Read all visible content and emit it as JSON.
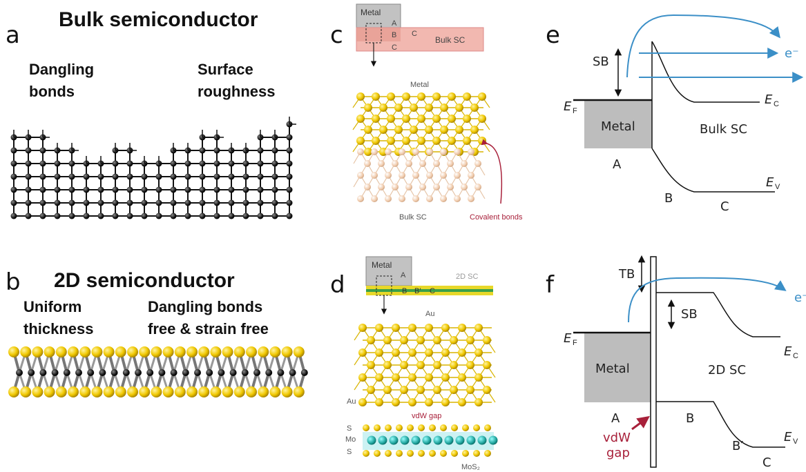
{
  "panels": {
    "a": {
      "letter": "a",
      "title": "Bulk semiconductor",
      "label_left": [
        "Dangling",
        "bonds"
      ],
      "label_right": [
        "Surface",
        "roughness"
      ]
    },
    "b": {
      "letter": "b",
      "title": "2D semiconductor",
      "label_left": [
        "Uniform",
        "thickness"
      ],
      "label_right": [
        "Dangling bonds",
        "free & strain free"
      ]
    },
    "c": {
      "letter": "c",
      "metal": "Metal",
      "A": "A",
      "B": "B",
      "C": "C",
      "C2": "C",
      "bulk_sc": "Bulk SC",
      "metal_lattice": "Metal",
      "bulk_sc_lattice": "Bulk SC",
      "covalent": "Covalent bonds"
    },
    "d": {
      "letter": "d",
      "metal": "Metal",
      "sc": "2D SC",
      "A": "A",
      "B": "B",
      "Bp": "B′",
      "C": "C",
      "au_top": "Au",
      "au_side": "Au",
      "vdw": "vdW gap",
      "S1": "S",
      "Mo": "Mo",
      "S2": "S",
      "mos2": "MoS₂"
    },
    "e": {
      "letter": "e",
      "sb": "SB",
      "ef": "E",
      "ef_sub": "F",
      "metal": "Metal",
      "bulk_sc": "Bulk SC",
      "ec": "E",
      "ec_sub": "C",
      "ev": "E",
      "ev_sub": "V",
      "A": "A",
      "B": "B",
      "C": "C",
      "electron": "e⁻"
    },
    "f": {
      "letter": "f",
      "tb": "TB",
      "sb": "SB",
      "ef": "E",
      "ef_sub": "F",
      "metal": "Metal",
      "sc": "2D SC",
      "ec": "E",
      "ec_sub": "C",
      "ev": "E",
      "ev_sub": "V",
      "A": "A",
      "B": "B",
      "Bp": "B′",
      "C": "C",
      "vdw": [
        "vdW",
        "gap"
      ],
      "electron": "e⁻"
    }
  },
  "colors": {
    "metal": "#bdbdbd",
    "gold": "#f3d21c",
    "pink": "#f2b8b0",
    "arrow_blue": "#3b8fc7",
    "vdw_red": "#a8203a",
    "mo": "#2aa8a0"
  }
}
